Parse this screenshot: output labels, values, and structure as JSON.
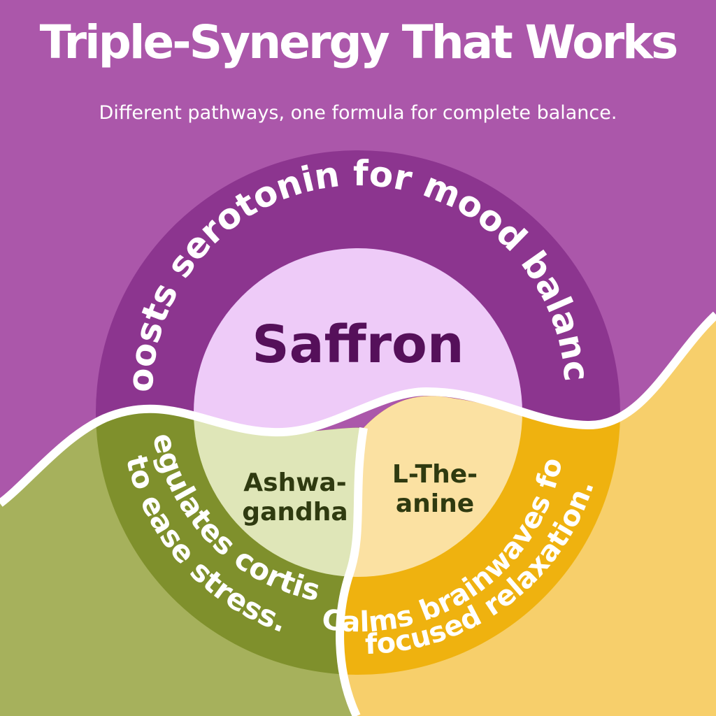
{
  "header": {
    "title": "Triple-Synergy That Works",
    "subtitle": "Different pathways, one formula for complete balance."
  },
  "segments": {
    "saffron": {
      "name": "Saffron",
      "benefit": "Boosts serotonin for mood balance."
    },
    "ashwagandha": {
      "name_line1": "Ashwa-",
      "name_line2": "gandha",
      "benefit_line1": "Regulates cortisol",
      "benefit_line2": "to ease stress."
    },
    "ltheanine": {
      "name_line1": "L-The-",
      "name_line2": "anine",
      "benefit_line1": "Calms brainwaves for",
      "benefit_line2": "focused relaxation."
    }
  },
  "colors": {
    "background_purple": "#ab57aa",
    "background_green": "#a6b15c",
    "background_yellow": "#f7cf6b",
    "ring_purple": "#8c358f",
    "center_purple": "#eecbf8",
    "ring_green": "#7f902c",
    "center_green": "#dfe6b8",
    "ring_gold": "#efb20f",
    "center_gold": "#fbe1a2",
    "label_purple": "#55105a",
    "label_green": "#2f3a10"
  }
}
